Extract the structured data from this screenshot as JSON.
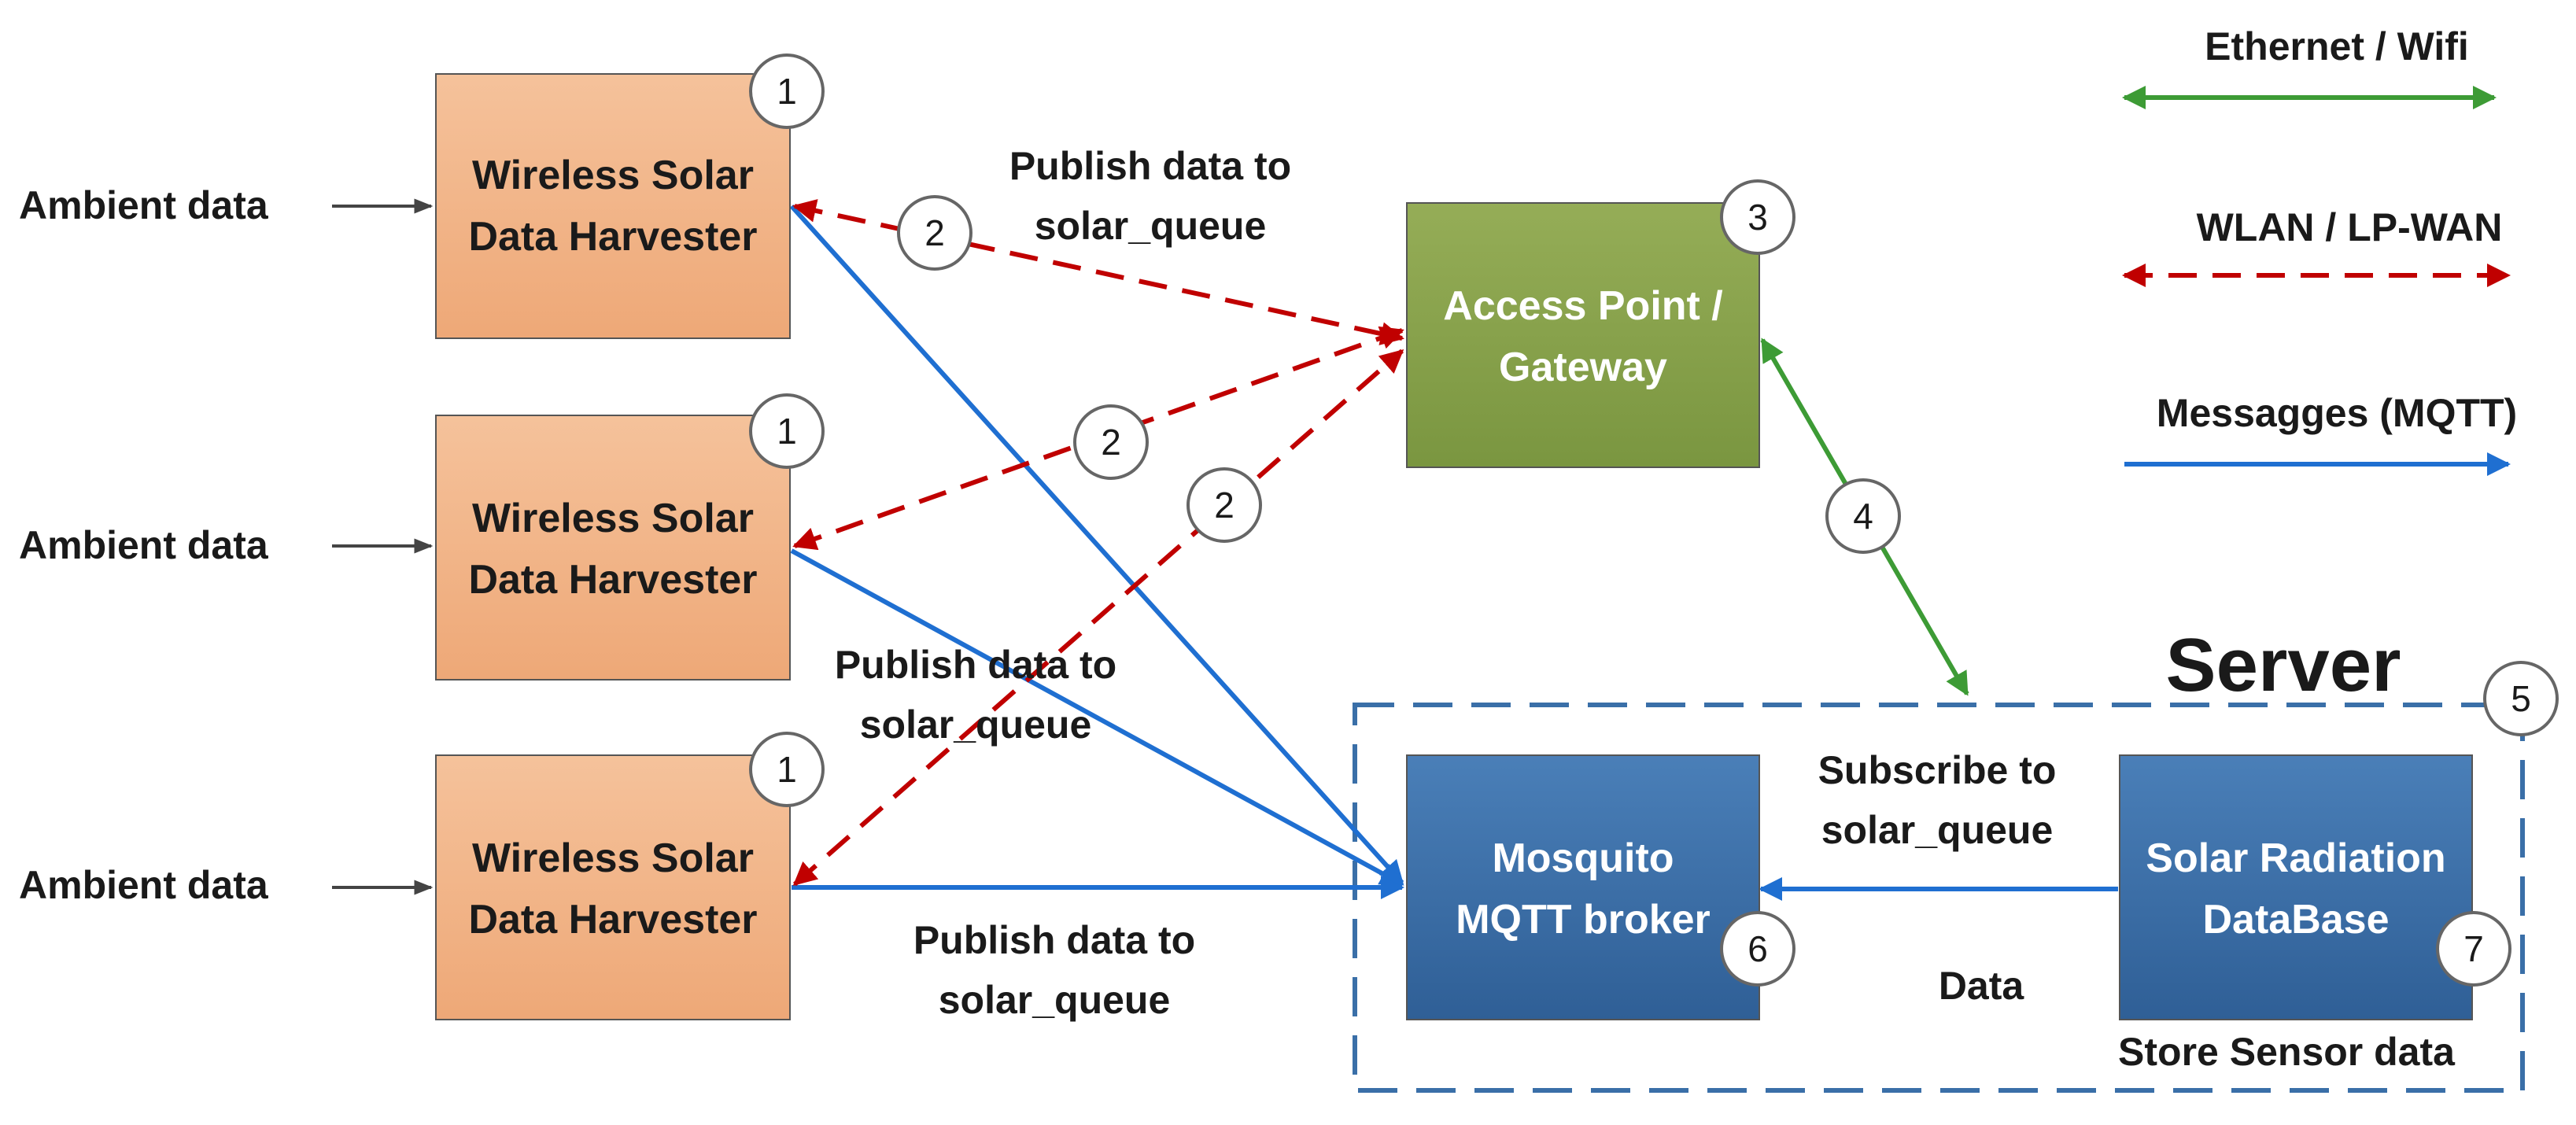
{
  "legend": {
    "ethernet": "Ethernet / Wifi",
    "wlan": "WLAN / LP-WAN",
    "mqtt": "Messagges (MQTT)"
  },
  "inputs": {
    "ambient_1": "Ambient data",
    "ambient_2": "Ambient data",
    "ambient_3": "Ambient data"
  },
  "nodes": {
    "harvester_1": {
      "line1": "Wireless Solar",
      "line2": "Data Harvester",
      "badge": "1"
    },
    "harvester_2": {
      "line1": "Wireless Solar",
      "line2": "Data Harvester",
      "badge": "1"
    },
    "harvester_3": {
      "line1": "Wireless Solar",
      "line2": "Data Harvester",
      "badge": "1"
    },
    "gateway": {
      "line1": "Access Point /",
      "line2": "Gateway",
      "badge": "3"
    },
    "broker": {
      "line1": "Mosquito",
      "line2": "MQTT broker",
      "badge": "6"
    },
    "database": {
      "line1": "Solar Radiation",
      "line2": "DataBase",
      "badge": "7"
    }
  },
  "server": {
    "title": "Server",
    "badge": "5"
  },
  "links": {
    "wlan_badge_1": "2",
    "wlan_badge_2": "2",
    "wlan_badge_3": "2",
    "eth_badge": "4"
  },
  "labels": {
    "publish_top": {
      "line1": "Publish data to",
      "line2": "solar_queue"
    },
    "publish_mid": {
      "line1": "Publish data to",
      "line2": "solar_queue"
    },
    "publish_bottom": {
      "line1": "Publish data to",
      "line2": "solar_queue"
    },
    "subscribe": {
      "line1": "Subscribe to",
      "line2": "solar_queue"
    },
    "data": "Data",
    "store": "Store Sensor data"
  },
  "colors": {
    "harvester_fill": "#f2b183",
    "gateway_fill": "#86a04a",
    "server_box_fill": "#3d6ea5",
    "ethernet": "#3d9b35",
    "wlan": "#c00000",
    "mqtt": "#1f6fd1",
    "server_border": "#3a6fa8"
  }
}
